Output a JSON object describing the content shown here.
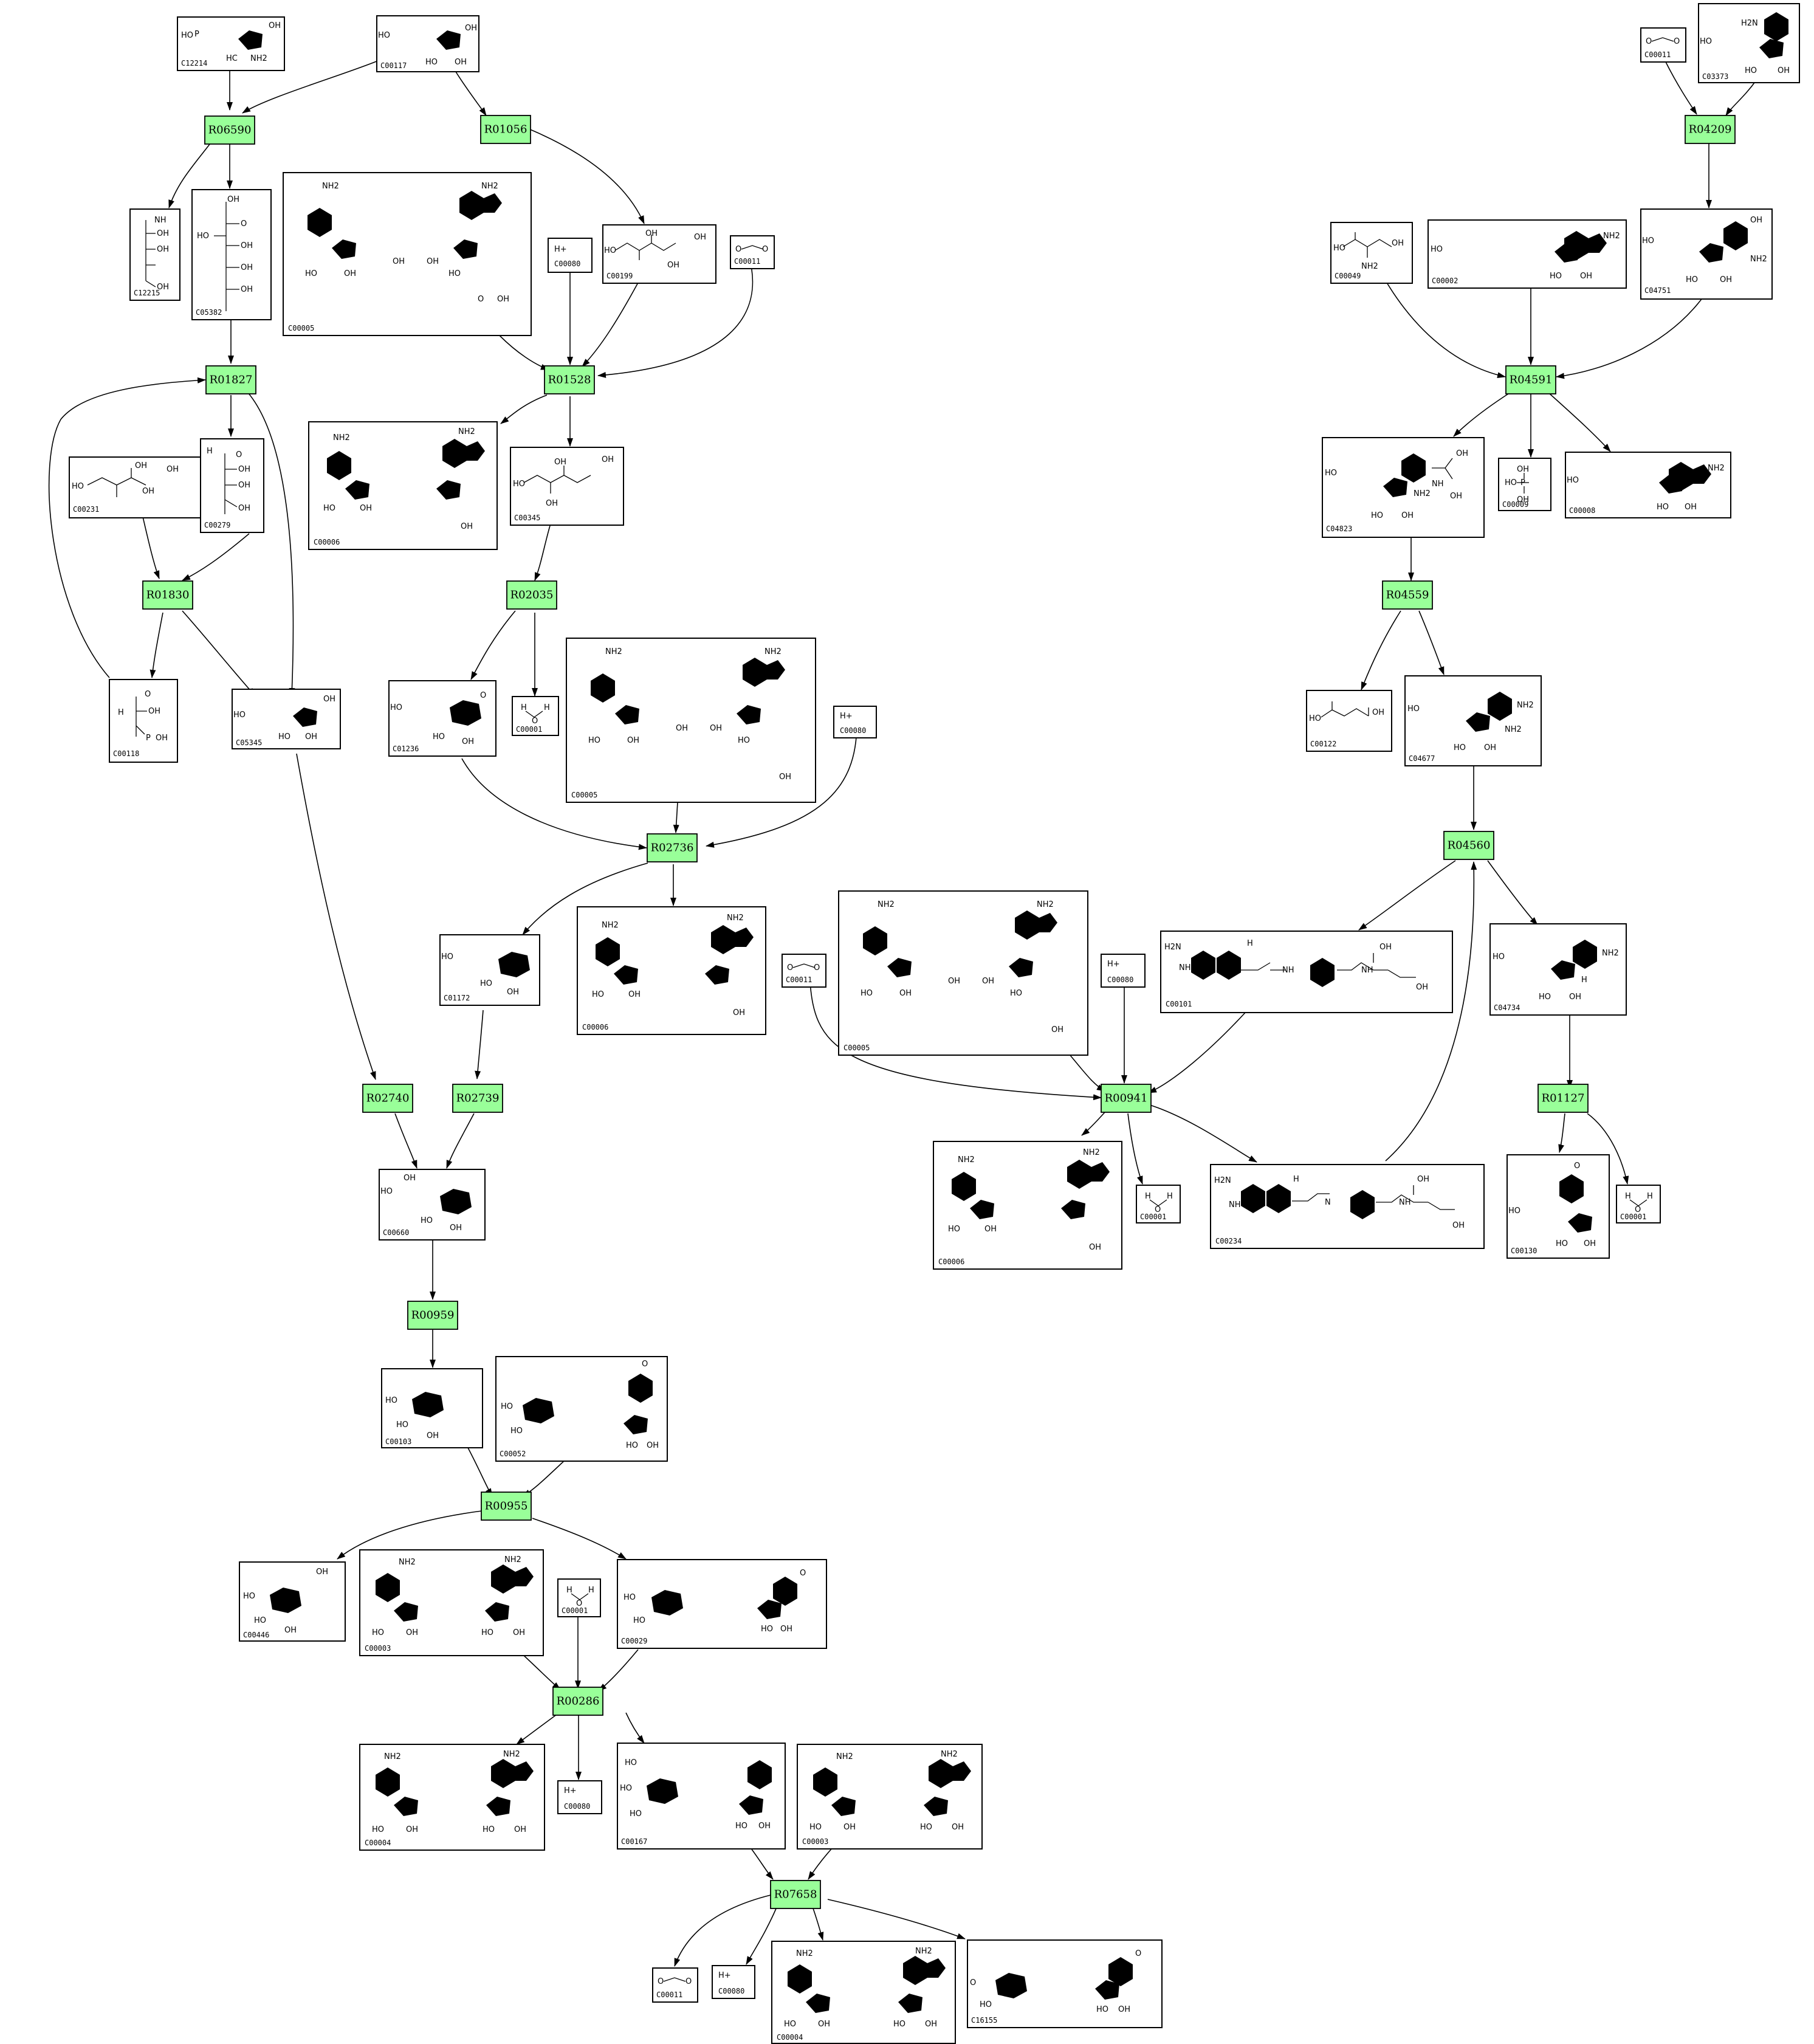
{
  "reactions": [
    "R06590",
    "R01056",
    "R04209",
    "R04591",
    "R01827",
    "R01528",
    "R01830",
    "R02035",
    "R04559",
    "R04560",
    "R02736",
    "R00941",
    "R01127",
    "R02740",
    "R02739",
    "R00959",
    "R00955",
    "R00286",
    "R07658"
  ],
  "compounds": [
    "C12214",
    "C00117",
    "C00011",
    "C03373",
    "C12215",
    "C05382",
    "C00005",
    "C00080",
    "C00199",
    "C00049",
    "C00002",
    "C04751",
    "C00231",
    "C00279",
    "C00006",
    "C00345",
    "C04823",
    "C00009",
    "C00008",
    "C00118",
    "C05345",
    "C01236",
    "C00001",
    "C00122",
    "C04677",
    "C00101",
    "C04734",
    "C01172",
    "C00660",
    "C00234",
    "C00130",
    "C00103",
    "C00052",
    "C00446",
    "C00003",
    "C00029",
    "C00004",
    "C00167",
    "C16155"
  ],
  "atom_labels": [
    "OH",
    "HO",
    "P",
    "O",
    "NH2",
    "H2N",
    "NH",
    "N",
    "H",
    "H+",
    "HC"
  ]
}
